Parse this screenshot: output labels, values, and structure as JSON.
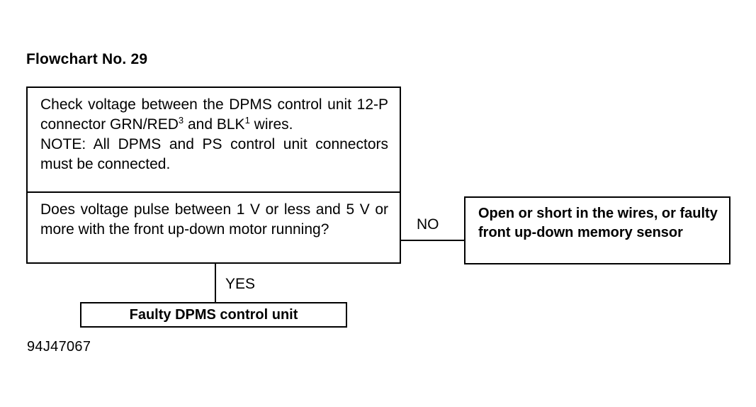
{
  "title": "Flowchart No. 29",
  "action_box": {
    "line1_prefix": "Check voltage between the DPMS control unit 12-P connector GRN/RED",
    "sup1": "3",
    "line1_mid": " and BLK",
    "sup2": "1",
    "line1_suffix": " wires.",
    "note": "NOTE: All DPMS and PS control unit connectors must be connected."
  },
  "question_box": {
    "text": "Does voltage pulse between 1 V or less and 5 V or more with the front up-down motor running?"
  },
  "branches": {
    "no_label": "NO",
    "yes_label": "YES"
  },
  "outcome_box": {
    "text": "Open or short in the wires, or faulty front up-down memory sensor"
  },
  "result_box": {
    "text": "Faulty DPMS control unit"
  },
  "footer": {
    "code": "94J47067"
  },
  "colors": {
    "ink": "#000000",
    "paper": "#ffffff"
  }
}
